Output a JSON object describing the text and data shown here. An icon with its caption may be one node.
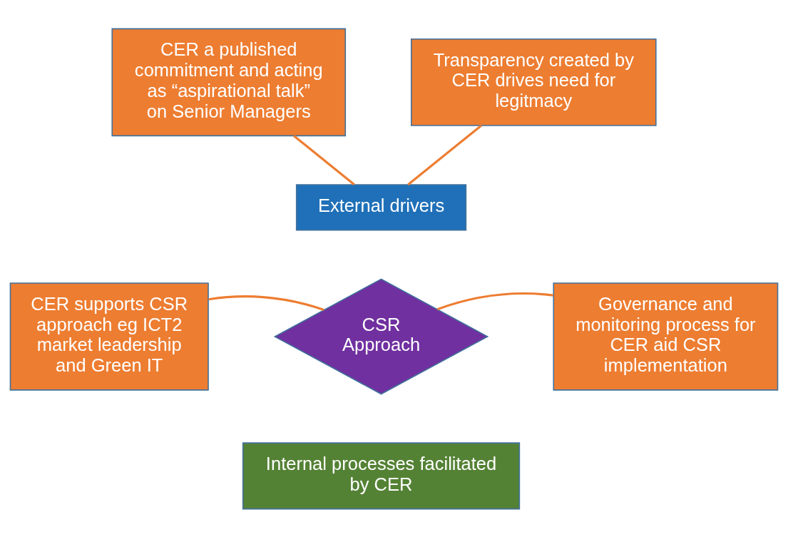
{
  "diagram": {
    "nodes": [
      {
        "text": [
          "CER a published commitment and acting as “aspirational talk” on Senior Managers"
        ]
      },
      {
        "text": [
          "Transparency created by CER drives need for legitmacy"
        ]
      },
      {
        "text": [
          "External drivers"
        ]
      },
      {
        "text": [
          "CER supports CSR approach eg ICT2 market leadership and Green IT"
        ]
      },
      {
        "text": [
          "CSR Approach"
        ]
      },
      {
        "text": [
          "Governance and monitoring process for CER aid CSR implementation"
        ]
      },
      {
        "text": [
          "Internal processes facilitated by CER"
        ]
      }
    ],
    "edges": [
      {
        "from": 0,
        "to": 2,
        "arrow": "none"
      },
      {
        "from": 1,
        "to": 2,
        "arrow": "none"
      },
      {
        "from": 3,
        "to": 4,
        "arrow": "none"
      },
      {
        "from": 5,
        "to": 4,
        "arrow": "none"
      }
    ]
  }
}
